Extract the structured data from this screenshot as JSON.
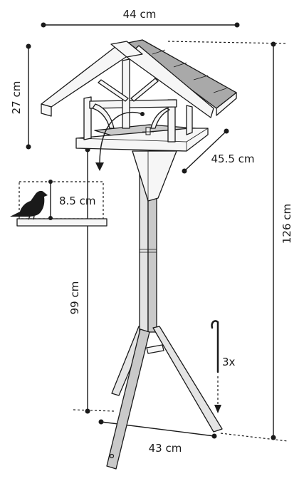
{
  "dimensions": {
    "width_top": "44 cm",
    "roof_height": "27 cm",
    "depth": "45.5 cm",
    "perch_height": "8.5 cm",
    "pole_height": "99 cm",
    "total_height": "126 cm",
    "base_width": "43 cm",
    "stake_count": "3x"
  }
}
